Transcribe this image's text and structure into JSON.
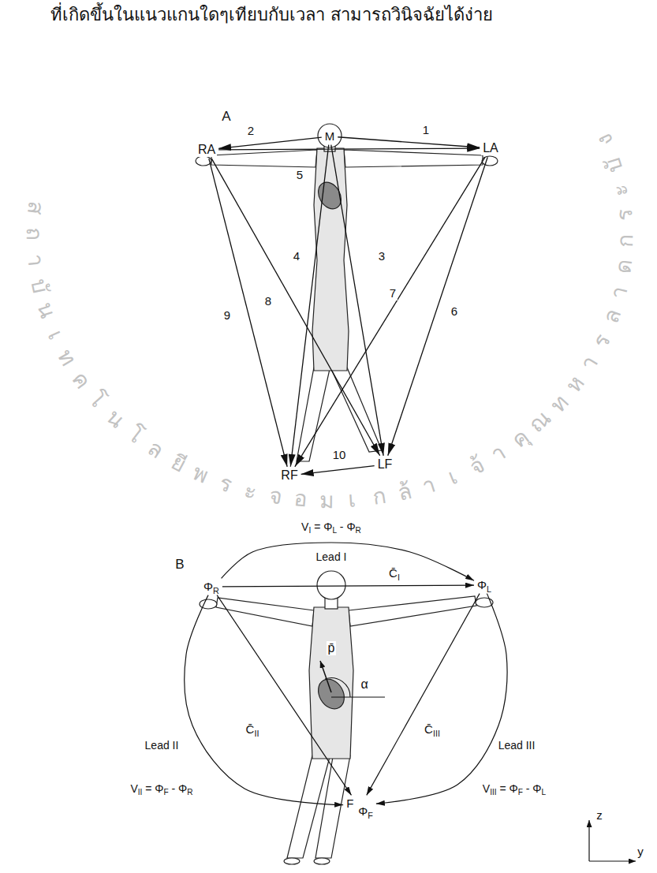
{
  "diagram": {
    "nodes": [
      {
        "text": [
          "M"
        ]
      },
      {
        "text": [
          "RA"
        ]
      },
      {
        "text": [
          "LA"
        ]
      },
      {
        "text": [
          "RF"
        ]
      },
      {
        "text": [
          "LF"
        ]
      },
      {
        "text": [
          "ΦR"
        ]
      },
      {
        "text": [
          "ΦL"
        ]
      },
      {
        "text": [
          "F",
          "ΦF"
        ]
      }
    ],
    "edges": [
      {
        "from": 0,
        "to": 2,
        "arrow": "to",
        "label": "1"
      },
      {
        "from": 0,
        "to": 1,
        "arrow": "to",
        "label": "2"
      },
      {
        "from": 0,
        "to": 4,
        "arrow": "to",
        "label": "3"
      },
      {
        "from": 0,
        "to": 3,
        "arrow": "to",
        "label": "4"
      },
      {
        "from": 1,
        "to": 2,
        "arrow": "to",
        "label": "5"
      },
      {
        "from": 2,
        "to": 4,
        "arrow": "to",
        "label": "6"
      },
      {
        "from": 2,
        "to": 3,
        "arrow": "to",
        "label": "7"
      },
      {
        "from": 1,
        "to": 4,
        "arrow": "to",
        "label": "8"
      },
      {
        "from": 1,
        "to": 3,
        "arrow": "to",
        "label": "9"
      },
      {
        "from": 4,
        "to": 3,
        "arrow": "to",
        "label": "10"
      },
      {
        "from": 5,
        "to": 6,
        "arrow": "to",
        "label": "C̄I"
      },
      {
        "from": 5,
        "to": 7,
        "arrow": "to",
        "label": "C̄II"
      },
      {
        "from": 6,
        "to": 7,
        "arrow": "to",
        "label": "C̄III"
      },
      {
        "from": 5,
        "to": 6,
        "arrow": "to",
        "label": "Lead I"
      },
      {
        "from": 5,
        "to": 7,
        "arrow": "to",
        "label": "Lead II"
      },
      {
        "from": 6,
        "to": 7,
        "arrow": "to",
        "label": "Lead III"
      }
    ],
    "labels": [
      "ที่เกิดขึ้นในแนวแกนใดๆเทียบกับเวลา สามารถวินิจฉัยได้ง่าย",
      "A",
      "B",
      "VI = ΦL - ΦR",
      "VII = ΦF - ΦR",
      "VIII = ΦF - ΦL",
      "p̄",
      "α",
      "z",
      "y",
      "สถาบันเทคโนโลยีพระจอมเกล้าเจ้าคุณทหารลาดกระบัง"
    ]
  }
}
